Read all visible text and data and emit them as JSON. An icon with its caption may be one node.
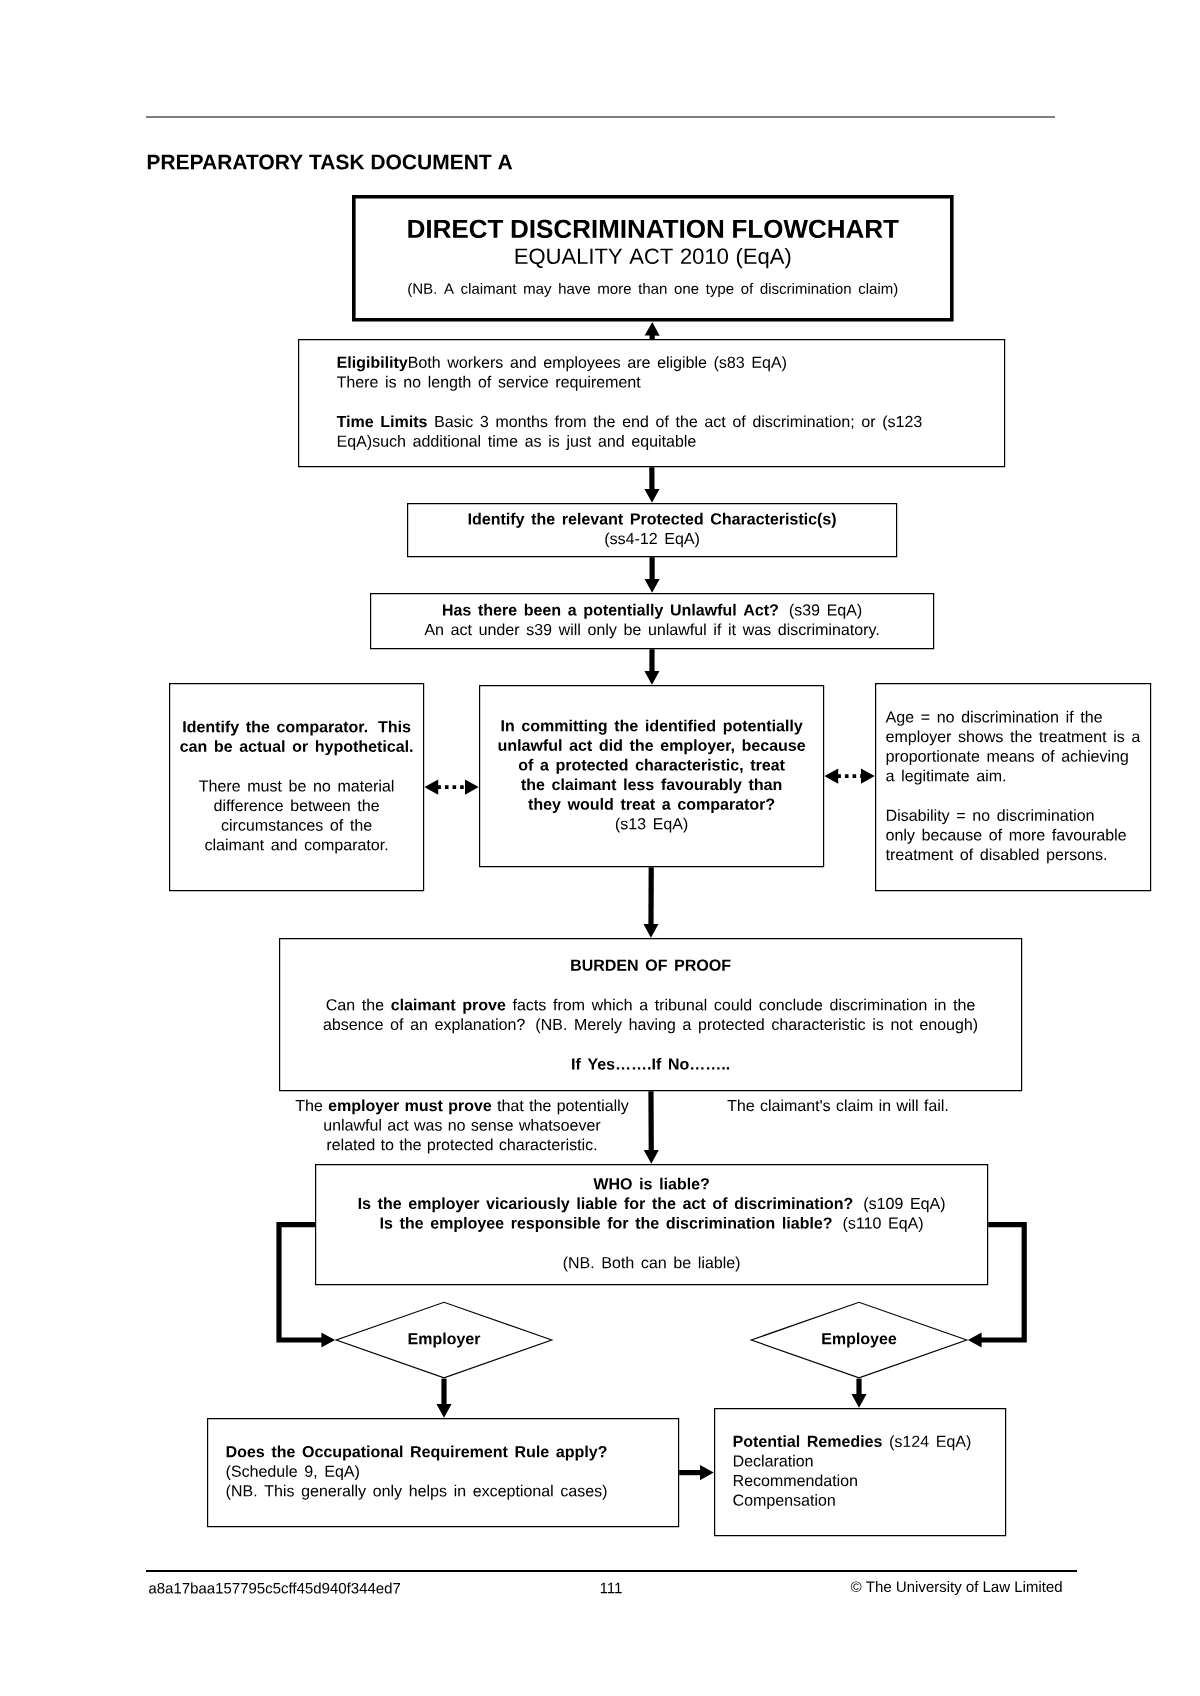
{
  "diagram": {
    "title": "PREPARATORY TASK DOCUMENT A",
    "nodes": [
      {
        "text": [
          "DIRECT DISCRIMINATION FLOWCHART",
          "EQUALITY ACT 2010 (EqA)",
          "(NB. A claimant may have more than one type of discrimination claim)"
        ]
      },
      {
        "text": [
          "**Eligibility**Both workers and employees are eligible (s83 EqA)",
          "There is no length of service requirement",
          "**Time Limits** Basic 3 months from the end of the act of discrimination; or (s123 EqA)such additional time as is just and equitable"
        ]
      },
      {
        "text": [
          "Identify the relevant Protected Characteristic(s)",
          "(ss4-12 EqA)"
        ]
      },
      {
        "text": [
          "**Has there been a potentially Unlawful Act?** (s39 EqA)",
          "An act under s39 will only be unlawful if it was discriminatory."
        ]
      },
      {
        "text": [
          "Identify the comparator. This can be actual or hypothetical.",
          "There must be no material difference between the circumstances of the claimant and comparator."
        ]
      },
      {
        "text": [
          "In committing the identified potentially unlawful act did the employer, because of a protected characteristic, treat the claimant less favourably than they would treat a comparator?",
          "(s13 EqA)"
        ]
      },
      {
        "text": [
          "Age = no discrimination if the employer shows the treatment is a proportionate means of achieving a legitimate aim.",
          "Disability = no discrimination only because of more favourable treatment of disabled persons."
        ]
      },
      {
        "text": [
          "BURDEN OF PROOF",
          "Can the **claimant prove** facts from which a tribunal could conclude discrimination in the absence of an explanation? (NB. Merely having a protected characteristic is not enough)",
          "If Yes…….If No…….."
        ]
      },
      {
        "text": [
          "WHO is liable?",
          "**Is the employer vicariously liable for the act of discrimination?** (s109 EqA)",
          "**Is the employee responsible for the discrimination liable?** (s110 EqA)",
          "(NB. Both can be liable)"
        ]
      },
      {
        "text": [
          "Employer"
        ]
      },
      {
        "text": [
          "Employee"
        ]
      },
      {
        "text": [
          "Does the Occupational Requirement Rule apply?",
          "(Schedule 9, EqA)",
          "(NB. This generally only helps in exceptional cases)"
        ]
      },
      {
        "text": [
          "**Potential Remedies** (s124 EqA)",
          "Declaration",
          "Recommendation",
          "Compensation"
        ]
      }
    ],
    "edges": [
      {
        "from": 1,
        "to": 0,
        "arrow": "to"
      },
      {
        "from": 1,
        "to": 2,
        "arrow": "to"
      },
      {
        "from": 2,
        "to": 3,
        "arrow": "to"
      },
      {
        "from": 3,
        "to": 5,
        "arrow": "to"
      },
      {
        "from": 4,
        "to": 5,
        "arrow": "both",
        "style": "dashed"
      },
      {
        "from": 5,
        "to": 6,
        "arrow": "both",
        "style": "dashed"
      },
      {
        "from": 5,
        "to": 7,
        "arrow": "to"
      },
      {
        "from": 7,
        "to": 8,
        "arrow": "to"
      },
      {
        "from": 8,
        "to": 9,
        "arrow": "to"
      },
      {
        "from": 8,
        "to": 10,
        "arrow": "to"
      },
      {
        "from": 9,
        "to": 11,
        "arrow": "to"
      },
      {
        "from": 10,
        "to": 12,
        "arrow": "to"
      },
      {
        "from": 11,
        "to": 12,
        "arrow": "to"
      }
    ],
    "labels": [
      "The **employer must prove** that the potentially unlawful act was no sense whatsoever related to the protected characteristic.",
      "The claimant's claim in will fail.",
      "a8a17baa157795c5cff45d940f344ed7",
      "111",
      "© The University of Law Limited"
    ]
  }
}
